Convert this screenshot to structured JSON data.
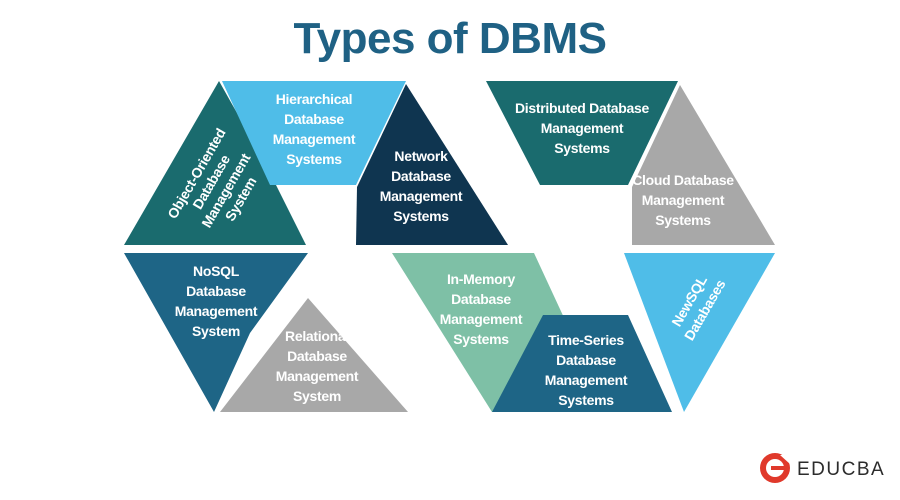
{
  "title": "Types of DBMS",
  "brand": {
    "name": "EDUCBA",
    "logo_color": "#e0392b"
  },
  "colors": {
    "dark_teal": "#1a6b6e",
    "light_blue": "#4fbde8",
    "navy": "#0f3550",
    "steel_blue": "#1e6586",
    "gray": "#a8a8a8",
    "mint": "#7ec0a6",
    "title": "#1f6184"
  },
  "left_group": {
    "object_oriented": {
      "lines": [
        "Object-Oriented",
        "Database",
        "Management",
        "System"
      ]
    },
    "hierarchical": {
      "lines": [
        "Hierarchical",
        "Database",
        "Management",
        "Systems"
      ]
    },
    "network": {
      "lines": [
        "Network",
        "Database",
        "Management",
        "Systems"
      ]
    },
    "nosql": {
      "lines": [
        "NoSQL",
        "Database",
        "Management",
        "System"
      ]
    },
    "relational": {
      "lines": [
        "Relational",
        "Database",
        "Management",
        "System"
      ]
    }
  },
  "right_group": {
    "distributed": {
      "lines": [
        "Distributed Database",
        "Management",
        "Systems"
      ]
    },
    "cloud": {
      "lines": [
        "Cloud Database",
        "Management",
        "Systems"
      ]
    },
    "in_memory": {
      "lines": [
        "In-Memory",
        "Database",
        "Management",
        "Systems"
      ]
    },
    "time_series": {
      "lines": [
        "Time-Series",
        "Database",
        "Management",
        "Systems"
      ]
    },
    "newsql": {
      "lines": [
        "NewSQL",
        "Databases"
      ]
    }
  }
}
